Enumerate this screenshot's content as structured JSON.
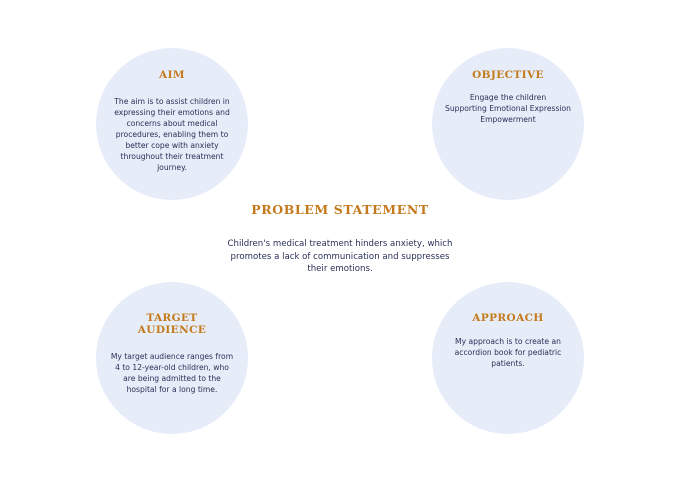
{
  "colors": {
    "circle_fill": "#e6ecf8",
    "heading": "#c47a1c",
    "body_text": "#2a3057",
    "background": "#ffffff"
  },
  "center": {
    "title": "PROBLEM STATEMENT",
    "body": "Children's medical treatment hinders anxiety, which promotes a lack of communication and suppresses their emotions."
  },
  "aim": {
    "title": "AIM",
    "body": "The aim is to assist children in expressing their emotions and concerns about medical procedures, enabling them to better cope with anxiety throughout their treatment journey."
  },
  "objective": {
    "title": "OBJECTIVE",
    "body": "Engage the children\nSupporting Emotional Expression\nEmpowerment"
  },
  "target_audience": {
    "title": "TARGET\nAUDIENCE",
    "body": "My target audience ranges from 4 to 12-year-old children, who are being admitted to the hospital for a long time."
  },
  "approach": {
    "title": "APPROACH",
    "body": "My approach is to create an accordion book for pediatric patients."
  }
}
